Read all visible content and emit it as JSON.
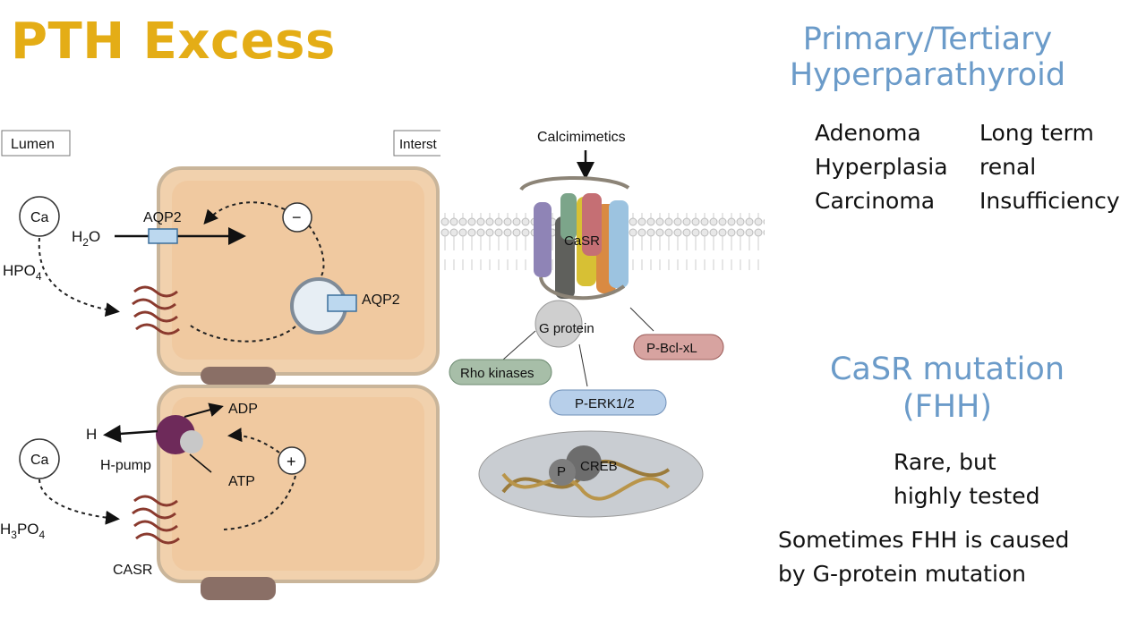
{
  "slide": {
    "title": "PTH Excess",
    "primary": {
      "heading_line1": "Primary/Tertiary",
      "heading_line2": "Hyperparathyroid",
      "left_items": [
        "Adenoma",
        "Hyperplasia",
        "Carcinoma"
      ],
      "right_items": [
        "Long term",
        "renal",
        "Insufficiency"
      ]
    },
    "casr": {
      "heading_line1": "CaSR mutation",
      "heading_line2": "(FHH)",
      "note_line1": "Rare, but",
      "note_line2": "highly tested",
      "footnote_line1": "Sometimes FHH is caused",
      "footnote_line2": "by G-protein mutation"
    }
  },
  "cell_figure": {
    "lumen_label": "Lumen",
    "interstitium_label": "Interst",
    "top": {
      "ca": "Ca",
      "water": "H",
      "water_sub": "2",
      "water_end": "O",
      "phosphate": "HPO",
      "phosphate_sub": "4",
      "channel_top": "AQP2",
      "inhibit": "−",
      "channel_vesicle": "AQP2"
    },
    "bottom": {
      "ca": "Ca",
      "phosphate_pre": "H",
      "phosphate_pre_sub": "3",
      "phosphate": "PO",
      "phosphate_sub": "4",
      "h": "H",
      "adp": "ADP",
      "atp": "ATP",
      "pump": "H-pump",
      "stimulate": "+",
      "receptor": "CASR"
    }
  },
  "receptor_figure": {
    "calcimimetics": "Calcimimetics",
    "casr": "CaSR",
    "g_protein": "G protein",
    "rho": "Rho kinases",
    "bcl": "P-Bcl-xL",
    "erk": "P-ERK1/2",
    "p": "P",
    "creb": "CREB"
  }
}
